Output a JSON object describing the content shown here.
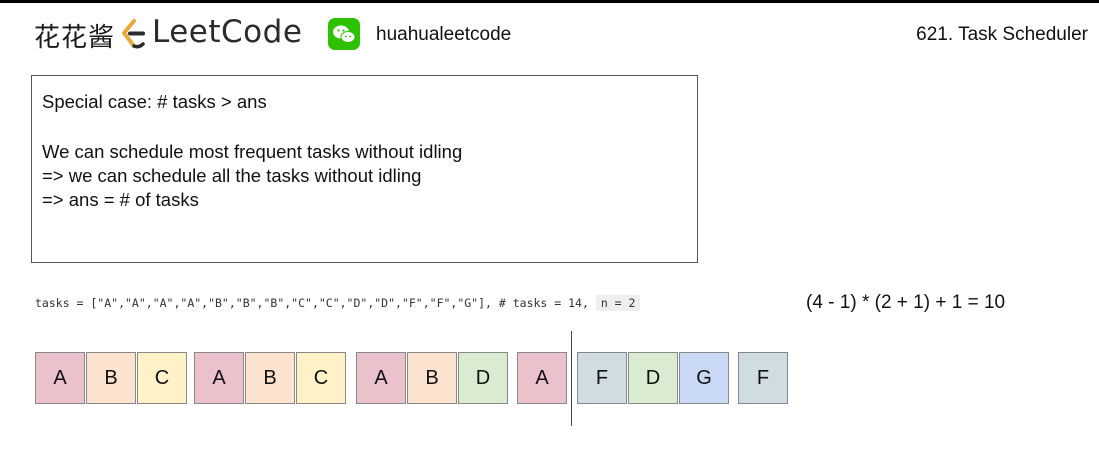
{
  "header": {
    "brand_cn": "花花酱",
    "leetcode_text": "LeetCode",
    "wechat_handle": "huahualeetcode",
    "problem_title": "621. Task Scheduler"
  },
  "note": {
    "line1": "Special case: # tasks > ans",
    "line2": "We can schedule most frequent tasks without idling",
    "line3": "=> we can schedule all the tasks without idling",
    "line4": "=> ans = # of tasks"
  },
  "code": {
    "tasks_line": "tasks = [\"A\",\"A\",\"A\",\"A\",\"B\",\"B\",\"B\",\"C\",\"C\",\"D\",\"D\",\"F\",\"F\",\"G\"], # tasks = 14,",
    "n_label": "n = 2"
  },
  "formula": "(4 - 1) * (2 + 1) + 1 = 10",
  "colors": {
    "A": "#ebc2cc",
    "B": "#fbe3cf",
    "C": "#fff1c8",
    "D": "#d9ebd1",
    "F": "#cfdde2",
    "G": "#c8d8f5"
  },
  "schedule": {
    "cells": [
      "A",
      "B",
      "C",
      "A",
      "B",
      "C",
      "A",
      "B",
      "D",
      "A",
      "F",
      "D",
      "G",
      "F"
    ]
  }
}
